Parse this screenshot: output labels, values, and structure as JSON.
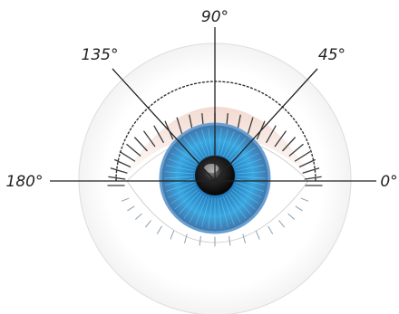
{
  "diagram": {
    "angle_labels": [
      {
        "id": "label-0",
        "text": "0°"
      },
      {
        "id": "label-45",
        "text": "45°"
      },
      {
        "id": "label-90",
        "text": "90°"
      },
      {
        "id": "label-135",
        "text": "135°"
      },
      {
        "id": "label-180",
        "text": "180°"
      }
    ],
    "colors": {
      "iris": "#2f8fc9",
      "iris_dark": "#1a5f8f",
      "iris_outer": "#6a9fcf",
      "pupil": "#111111",
      "lash": "#3a3a3a",
      "skin": "#e9c9bf",
      "line": "#222222",
      "outer_circle": "#dcdcdc"
    }
  }
}
